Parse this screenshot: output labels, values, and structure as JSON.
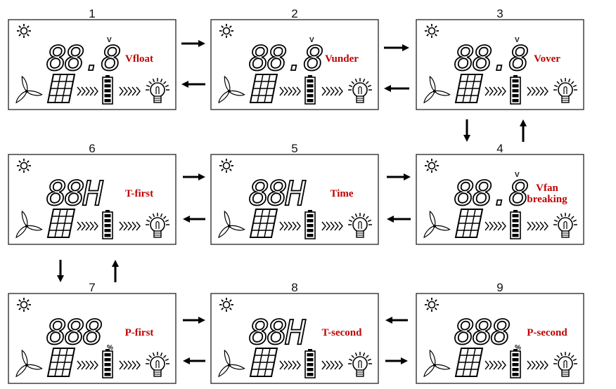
{
  "panels": [
    {
      "number": "1",
      "label": [
        "Vfloat"
      ],
      "digits": "88.8",
      "unit": "V"
    },
    {
      "number": "2",
      "label": [
        "Vunder"
      ],
      "digits": "88.8",
      "unit": "V"
    },
    {
      "number": "3",
      "label": [
        "Vover"
      ],
      "digits": "88.8",
      "unit": "V"
    },
    {
      "number": "4",
      "label": [
        "Vfan",
        "breaking"
      ],
      "digits": "88.8",
      "unit": "V"
    },
    {
      "number": "5",
      "label": [
        "Time"
      ],
      "digits": "88H",
      "unit": ""
    },
    {
      "number": "6",
      "label": [
        "T-first"
      ],
      "digits": "88H",
      "unit": ""
    },
    {
      "number": "7",
      "label": [
        "P-first"
      ],
      "digits": "888",
      "unit": "%"
    },
    {
      "number": "8",
      "label": [
        "T-second"
      ],
      "digits": "88H",
      "unit": ""
    },
    {
      "number": "9",
      "label": [
        "P-second"
      ],
      "digits": "888",
      "unit": "%"
    }
  ],
  "icons": {
    "sun": "sun-icon",
    "wind": "wind-turbine-icon",
    "solar": "solar-panel-icon",
    "battery": "battery-icon",
    "bulb": "light-bulb-icon",
    "chevrons": "chevrons-icon",
    "arrow": "arrow-icon"
  },
  "colors": {
    "label": "#c00000",
    "line": "#000000",
    "background": "#ffffff"
  }
}
